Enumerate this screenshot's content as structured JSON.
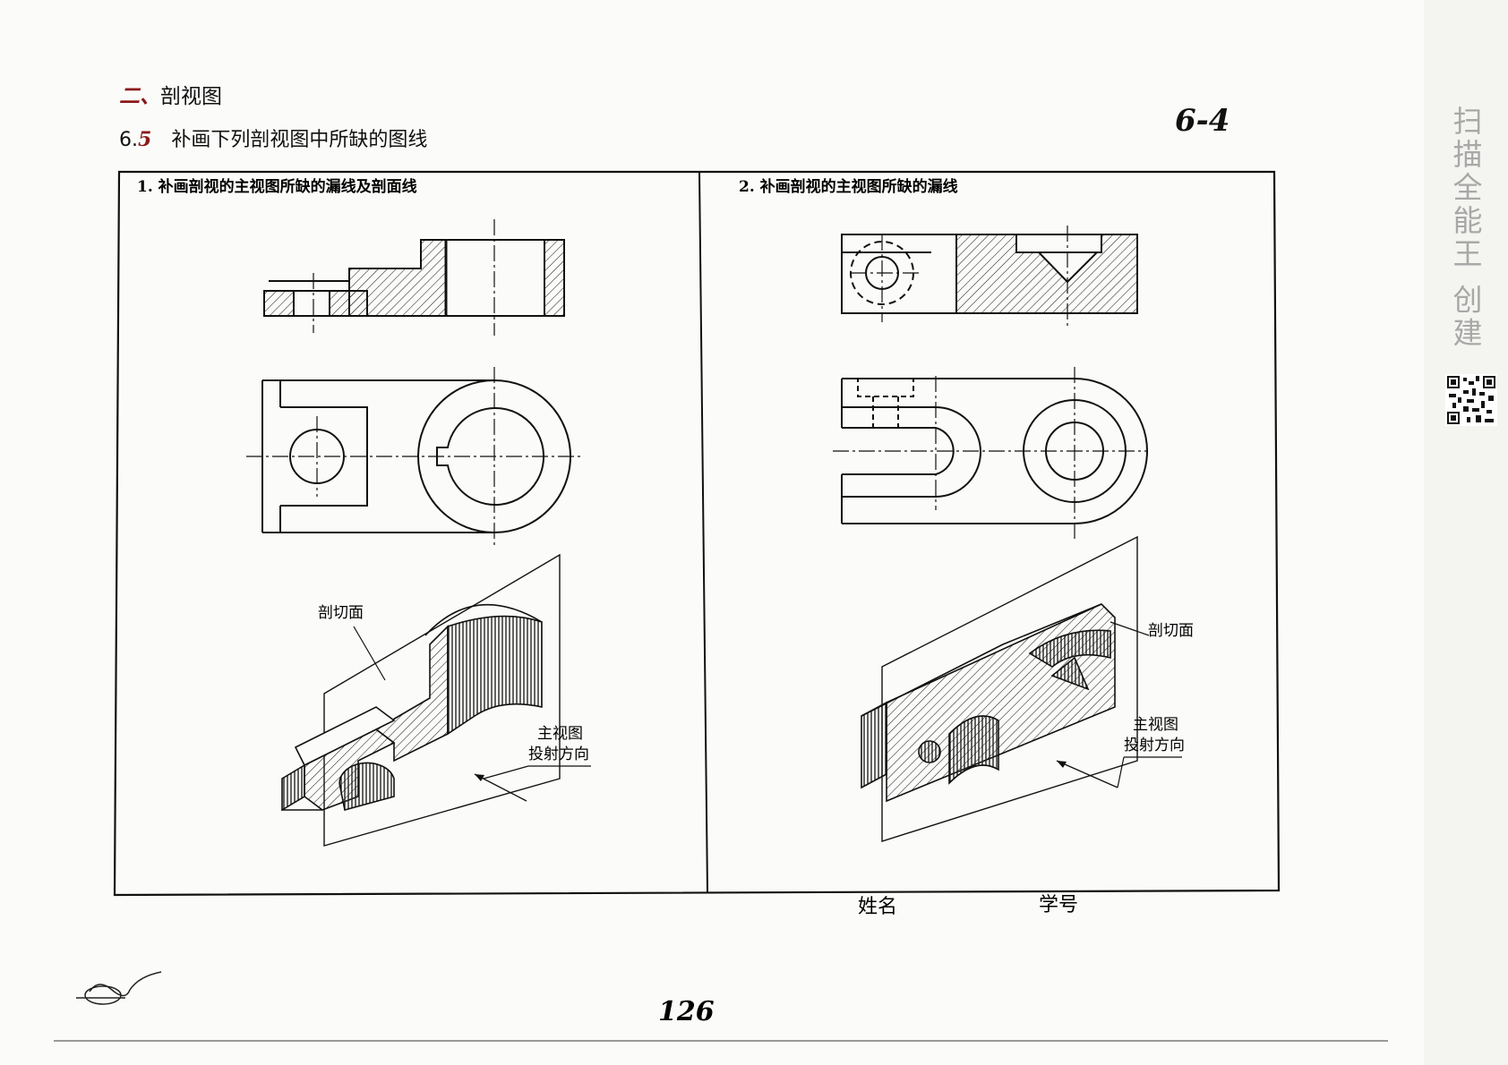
{
  "section": {
    "mark": "二、",
    "title": "剖视图"
  },
  "problem": {
    "num_prefix": "6.",
    "num_hand": "5",
    "title": "补画下列剖视图中所缺的图线"
  },
  "corner_mark": "6-4",
  "panel1": {
    "subtitle": "1. 补画剖视的主视图所缺的漏线及剖面线",
    "cut_label": "剖切面",
    "dir_label_1": "主视图",
    "dir_label_2": "投射方向"
  },
  "panel2": {
    "subtitle": "2. 补画剖视的主视图所缺的漏线",
    "cut_label": "剖切面",
    "dir_label_1": "主视图",
    "dir_label_2": "投射方向"
  },
  "fields": {
    "name": "姓名",
    "student_no": "学号"
  },
  "page_number": "126",
  "sidebar_text": "扫描全能王 创建",
  "qr_icon": "qr-code-icon",
  "colors": {
    "ink": "#111111",
    "hand": "#8a1a1a",
    "watermark": "#a8a8a8"
  }
}
